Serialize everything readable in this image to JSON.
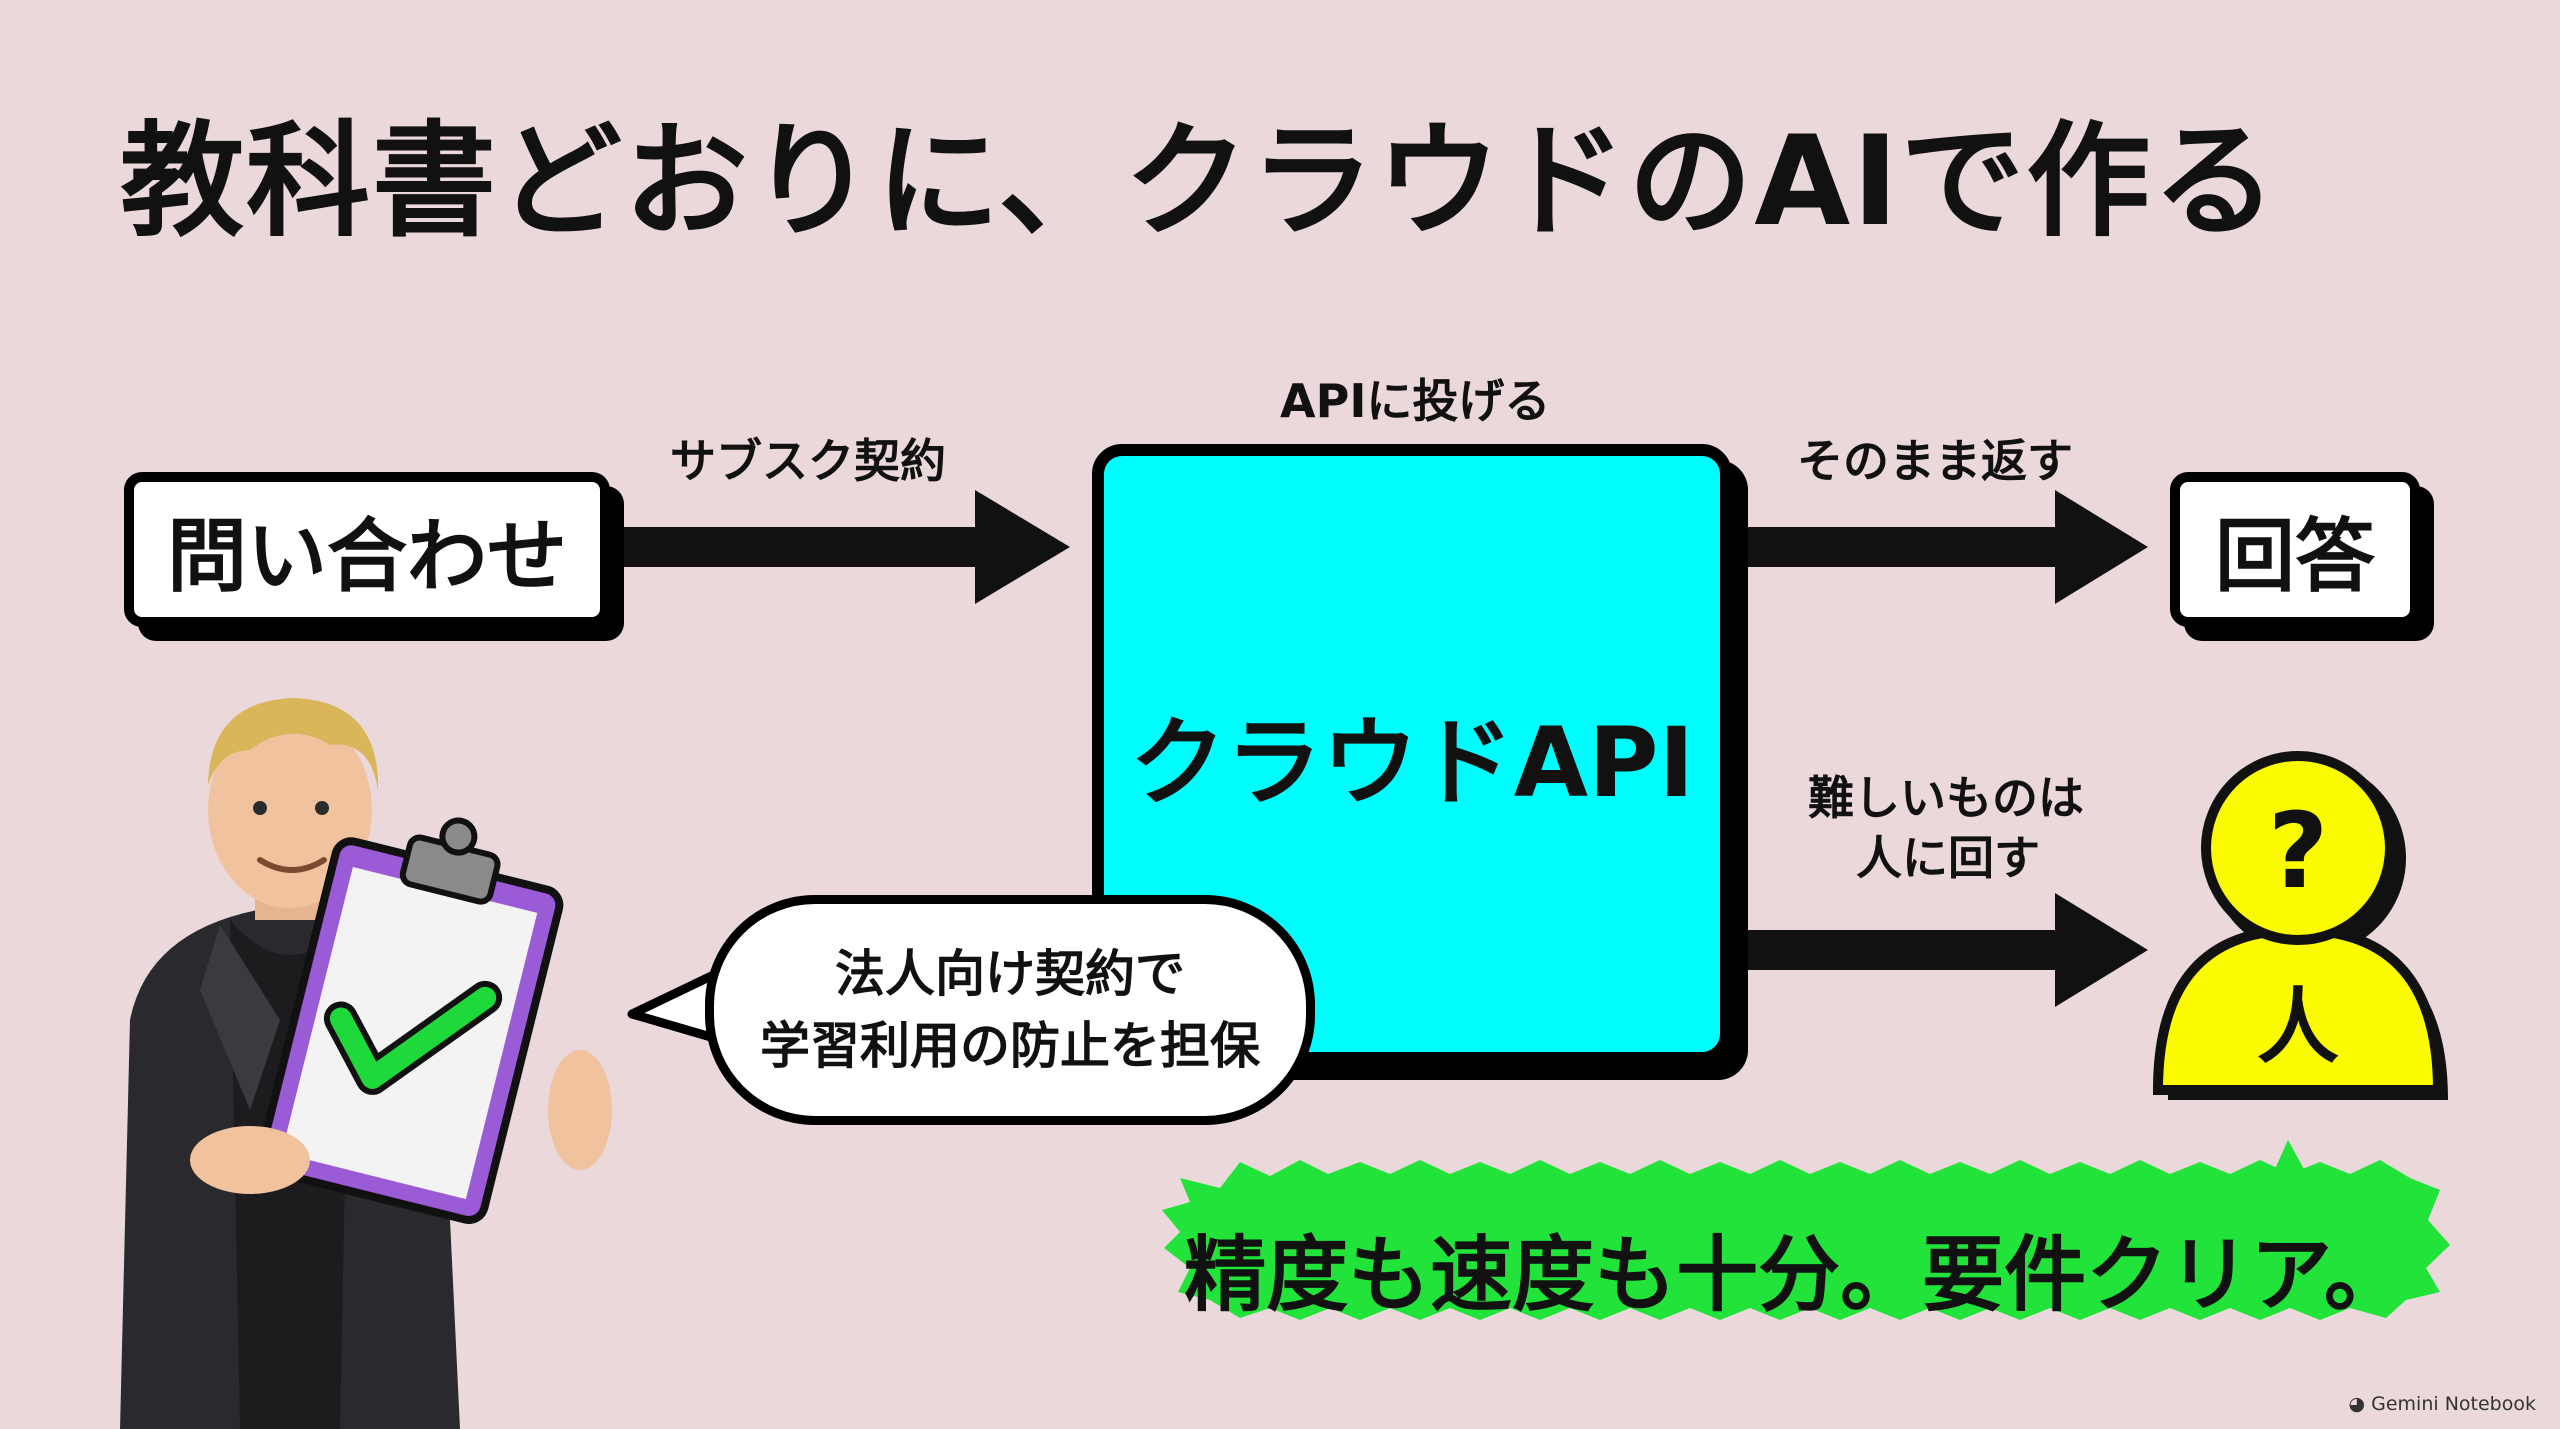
{
  "title": "教科書どおりに、クラウドのAIで作る",
  "nodes": {
    "inquiry": "問い合わせ",
    "cloud_api": "クラウドAPI",
    "answer": "回答",
    "person": "人",
    "person_mark": "?"
  },
  "edge_labels": {
    "subscription": "サブスク契約",
    "send_to_api": "APIに投げる",
    "return_as_is": "そのまま返す",
    "hard_ones_line1": "難しいものは",
    "hard_ones_line2": "人に回す"
  },
  "speech_bubble": {
    "line1": "法人向け契約で",
    "line2": "学習利用の防止を担保"
  },
  "banner": "精度も速度も十分。要件クリア。",
  "brand": "Gemini Notebook",
  "colors": {
    "background": "#EBD8DA",
    "api_box": "#00FDFD",
    "person_fill": "#FAFA00",
    "banner": "#22E33A",
    "check": "#1FD83A",
    "clipboard_frame": "#9B5BD6"
  }
}
